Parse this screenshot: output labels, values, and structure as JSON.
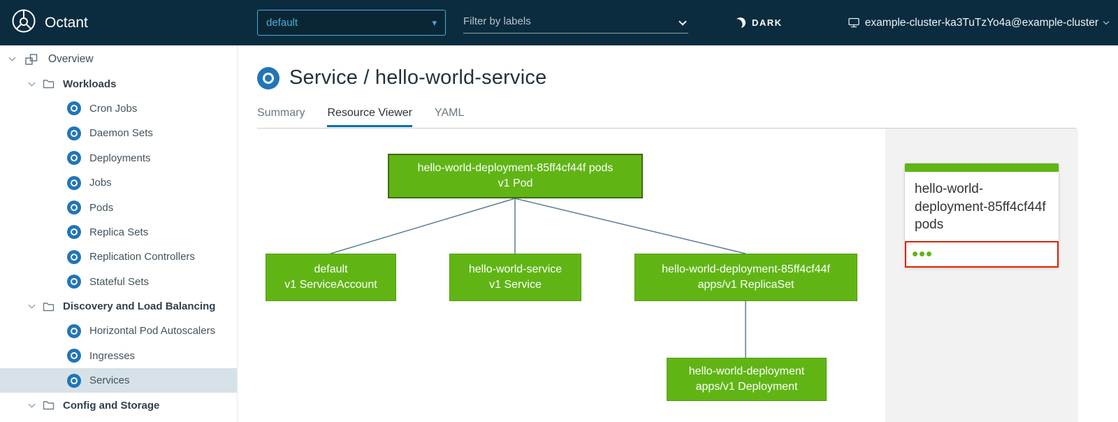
{
  "header": {
    "app_name": "Octant",
    "namespace": "default",
    "filter_placeholder": "Filter by labels",
    "theme_label": "DARK",
    "cluster_label": "example-cluster-ka3TuTzYo4a@example-cluster"
  },
  "sidebar": {
    "items": [
      {
        "label": "Overview"
      },
      {
        "label": "Workloads"
      },
      {
        "label": "Cron Jobs"
      },
      {
        "label": "Daemon Sets"
      },
      {
        "label": "Deployments"
      },
      {
        "label": "Jobs"
      },
      {
        "label": "Pods"
      },
      {
        "label": "Replica Sets"
      },
      {
        "label": "Replication Controllers"
      },
      {
        "label": "Stateful Sets"
      },
      {
        "label": "Discovery and Load Balancing"
      },
      {
        "label": "Horizontal Pod Autoscalers"
      },
      {
        "label": "Ingresses"
      },
      {
        "label": "Services"
      },
      {
        "label": "Config and Storage"
      }
    ],
    "selected": "Services"
  },
  "page": {
    "title": "Service / hello-world-service",
    "tabs": [
      {
        "label": "Summary",
        "active": false
      },
      {
        "label": "Resource Viewer",
        "active": true
      },
      {
        "label": "YAML",
        "active": false
      }
    ]
  },
  "graph": {
    "nodes": [
      {
        "line1": "hello-world-deployment-85ff4cf44f pods",
        "line2": "v1 Pod",
        "selected": true
      },
      {
        "line1": "default",
        "line2": "v1 ServiceAccount",
        "selected": false
      },
      {
        "line1": "hello-world-service",
        "line2": "v1 Service",
        "selected": false
      },
      {
        "line1": "hello-world-deployment-85ff4cf44f",
        "line2": "apps/v1 ReplicaSet",
        "selected": false
      },
      {
        "line1": "hello-world-deployment",
        "line2": "apps/v1 Deployment",
        "selected": false
      }
    ],
    "edges": [
      [
        0,
        1
      ],
      [
        0,
        2
      ],
      [
        0,
        3
      ],
      [
        3,
        4
      ]
    ]
  },
  "detail_panel": {
    "title": "hello-world-deployment-85ff4cf44f pods",
    "status_dots": 3
  },
  "colors": {
    "header_bg": "#0b2c3f",
    "node_green": "#60b515",
    "accent_blue": "#49afd9",
    "active_tab_blue": "#0072a3",
    "alert_red": "#e12200",
    "selected_row_bg": "#d6e1e8"
  }
}
